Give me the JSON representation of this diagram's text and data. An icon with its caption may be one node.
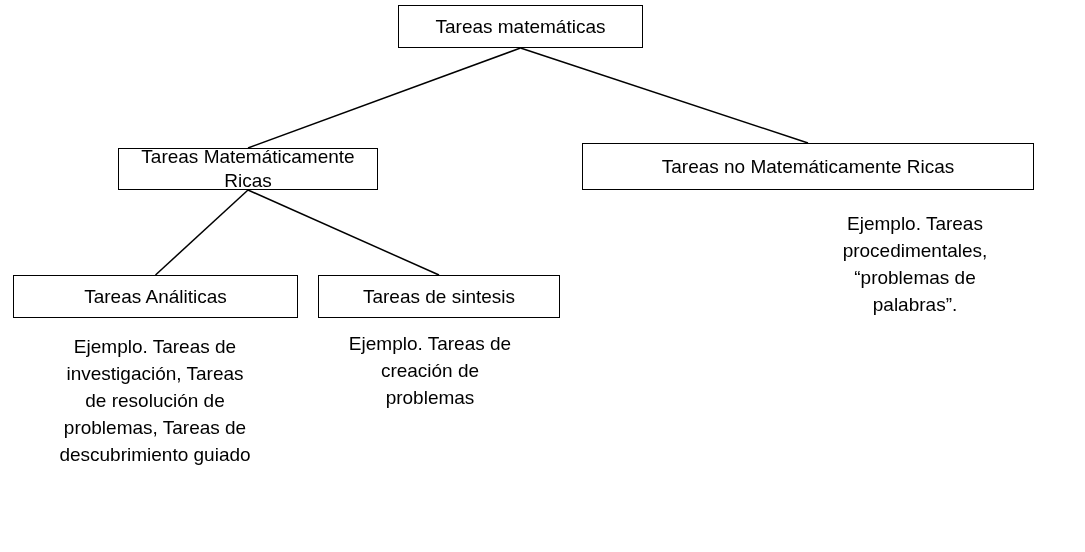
{
  "diagram": {
    "nodes": [
      {
        "text": [
          "Tareas matemáticas"
        ]
      },
      {
        "text": [
          "Tareas Matemáticamente Ricas"
        ]
      },
      {
        "text": [
          "Tareas no Matemáticamente Ricas"
        ],
        "beside": [
          "Ejemplo. Tareas procedimentales, “problemas de palabras”."
        ]
      },
      {
        "text": [
          "Tareas Análiticas"
        ],
        "beside": [
          "Ejemplo. Tareas de investigación, Tareas de resolución de problemas, Tareas de descubrimiento guiado"
        ]
      },
      {
        "text": [
          "Tareas de sintesis"
        ],
        "beside": [
          "Ejemplo. Tareas de creación de problemas"
        ]
      }
    ],
    "edges": [
      {
        "from": 0,
        "to": 1,
        "arrow": "none"
      },
      {
        "from": 0,
        "to": 2,
        "arrow": "none"
      },
      {
        "from": 1,
        "to": 3,
        "arrow": "none"
      },
      {
        "from": 1,
        "to": 4,
        "arrow": "none"
      }
    ]
  }
}
